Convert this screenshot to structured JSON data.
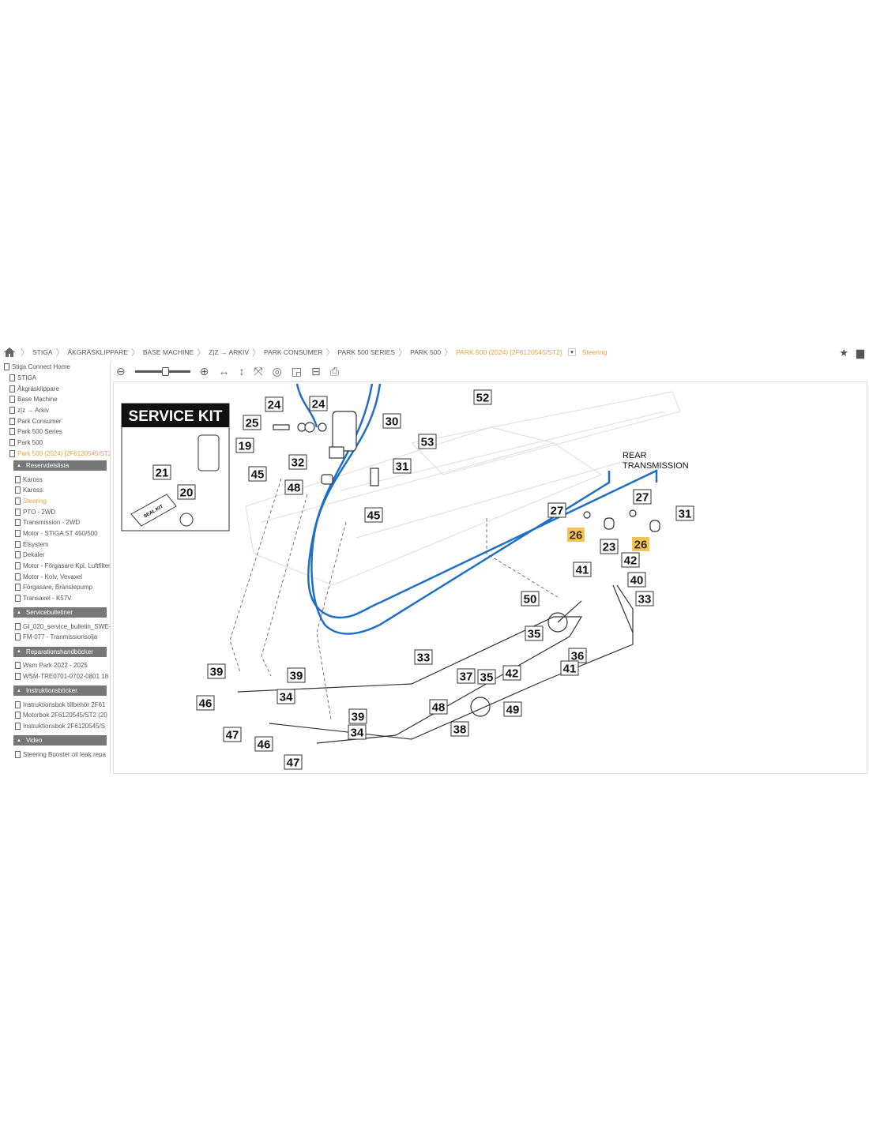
{
  "breadcrumb": {
    "items": [
      "STIGA",
      "ÅKGRÄSKLIPPARE",
      "BASE MACHINE",
      "Z|Z → ARKIV",
      "PARK CONSUMER",
      "PARK 500 SERIES",
      "PARK 500",
      "PARK 500 (2024) [2F6120545/ST2]"
    ],
    "dropdown": "▾",
    "current": "Steering"
  },
  "sidebar": {
    "tree": [
      "Stiga Connect Home",
      "STIGA",
      "Åkgräsklippare",
      "Base Machine",
      "z|z → Arkiv",
      "Park Consumer",
      "Park 500 Series",
      "Park 500",
      "Park 500  (2024) [2F6120545/ST2]"
    ],
    "sections": [
      {
        "title": "Reservdelslista",
        "items": [
          "Kaross",
          "Kaross",
          "Steering",
          "PTO - 2WD",
          "Transmission - 2WD",
          "Motor - STIGA ST 450/500",
          "Elsystem",
          "Dekaler",
          "Motor - Förgasare Kpl, Luftfilter",
          "Motor - Kolv, Vevaxel",
          "Förgasare, Bränslepump",
          "Transaxel - K57V"
        ]
      },
      {
        "title": "Servicebulletiner",
        "items": [
          "GI_020_service_bulletin_SWE-",
          "FM-077 - Tranmissionsolja"
        ]
      },
      {
        "title": "Reparationshandböcker",
        "items": [
          "Wsm Park 2022 - 2025",
          "WSM-TRE0701-0702-0801 18"
        ]
      },
      {
        "title": "Instruktionsböcker.",
        "items": [
          "Instruktionsbok tillbehör 2F61",
          "Motorbok 2F6120545/ST2 (20",
          "Instruktionsbok 2F6120545/S"
        ]
      },
      {
        "title": "Video",
        "items": [
          "Steering Booster oil leak repa"
        ]
      }
    ]
  },
  "diagram": {
    "service_kit": "SERVICE KIT",
    "seal_kit": "SEAL KIT",
    "rear_transmission": [
      "REAR",
      "TRANSMISSION"
    ],
    "callouts": [
      "24",
      "24",
      "25",
      "19",
      "30",
      "52",
      "53",
      "31",
      "32",
      "45",
      "48",
      "21",
      "20",
      "45",
      "27",
      "26",
      "23",
      "27",
      "26",
      "31",
      "42",
      "41",
      "40",
      "33",
      "50",
      "35",
      "33",
      "36",
      "41",
      "42",
      "37",
      "35",
      "39",
      "39",
      "34",
      "46",
      "48",
      "49",
      "39",
      "34",
      "38",
      "47",
      "46",
      "47"
    ],
    "highlight_color": "#f6c453",
    "line_color": "#1f6fc4"
  }
}
